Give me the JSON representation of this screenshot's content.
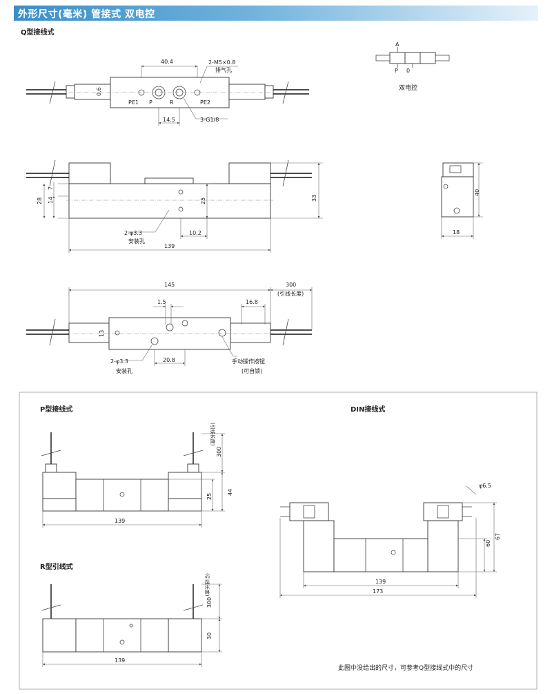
{
  "header": {
    "title": "外形尺寸(毫米)   管接式 双电控"
  },
  "q": {
    "title": "Q型接线式",
    "d404": "40.4",
    "m5": "2-M5×0.8",
    "exhaust": "排气孔",
    "d06": "0.6",
    "pe1": "PE1",
    "p": "P",
    "r": "R",
    "pe2": "PE2",
    "d145b": "14.5",
    "g18": "3-G1/8",
    "d7": "7",
    "d14": "14",
    "d28": "28",
    "d25": "25",
    "d33": "33",
    "phi33": "2-φ3.3",
    "mount": "安装孔",
    "d102": "10.2",
    "d139": "139",
    "d40": "40",
    "d18": "18",
    "d145": "145",
    "d300": "300",
    "lead": "(引线长度)",
    "d15": "1.5",
    "d168": "16.8",
    "d13": "13",
    "phi33b": "2-φ3.3",
    "mountb": "安装孔",
    "d208": "20.8",
    "manual": "手动操作按钮",
    "lock": "(可自锁)"
  },
  "symbol": {
    "a": "A",
    "p": "P",
    "zero": "0",
    "caption": "双电控"
  },
  "p_type": {
    "title": "P型接线式",
    "d300": "300",
    "lead": "(引线长度)",
    "d25": "25",
    "d44": "44",
    "d139": "139"
  },
  "r_type": {
    "title": "R型引线式",
    "d300": "300",
    "lead": "(引线长度)",
    "d30": "30",
    "d139": "139"
  },
  "din": {
    "title": "DIN接线式",
    "phi": "φ6.5",
    "d60": "60",
    "d67": "67",
    "d139": "139",
    "d173": "173"
  },
  "note": "此图中没给出的尺寸，可参考Q型接线式中的尺寸"
}
